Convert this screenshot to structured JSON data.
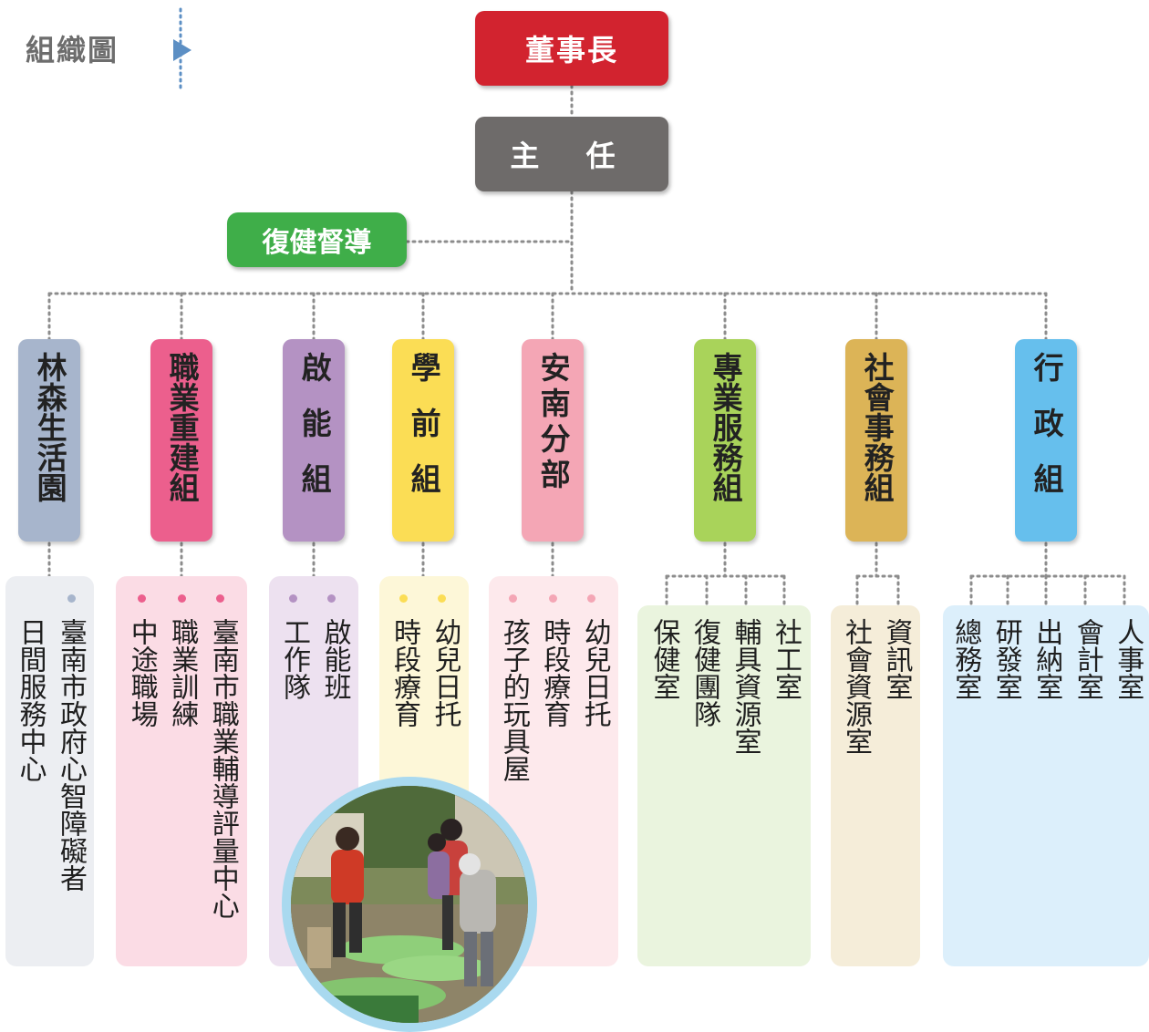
{
  "title": "組織圖",
  "chairman": "董事長",
  "director": "主 任",
  "supervisor": "復健督導",
  "departments": [
    {
      "name": "林森生活園",
      "color": "#a7b5cc",
      "panel": "#eceef2",
      "dot": "#a7b5cc",
      "units": [
        "臺南市政府心智障礙者",
        "日間服務中心"
      ]
    },
    {
      "name": "職業重建組",
      "color": "#ec5f8d",
      "panel": "#fbdce5",
      "dot": "#ec5f8d",
      "units": [
        "臺南市職業輔導評量中心",
        "職業訓練",
        "中途職場"
      ]
    },
    {
      "name": "啟能組",
      "color": "#b492c3",
      "panel": "#ede1f0",
      "dot": "#b492c3",
      "units": [
        "啟能班",
        "工作隊"
      ]
    },
    {
      "name": "學前組",
      "color": "#fbdd55",
      "panel": "#fdf7d8",
      "dot": "#fbdd55",
      "units": [
        "幼兒日托",
        "時段療育"
      ]
    },
    {
      "name": "安南分部",
      "color": "#f4a6b5",
      "panel": "#fde9ec",
      "dot": "#f4a6b5",
      "units": [
        "幼兒日托",
        "時段療育",
        "孩子的玩具屋"
      ]
    },
    {
      "name": "專業服務組",
      "color": "#a9d35a",
      "panel": "#eaf4de",
      "dot": "#a9d35a",
      "units": [
        "社工室",
        "輔具資源室",
        "復健團隊",
        "保健室"
      ]
    },
    {
      "name": "社會事務組",
      "color": "#dcb457",
      "panel": "#f5edd9",
      "dot": "#dcb457",
      "units": [
        "資訊室",
        "社會資源室"
      ]
    },
    {
      "name": "行政組",
      "color": "#66bfed",
      "panel": "#dceffb",
      "dot": "#66bfed",
      "units": [
        "人事室",
        "會計室",
        "出納室",
        "研發室",
        "總務室"
      ]
    }
  ]
}
